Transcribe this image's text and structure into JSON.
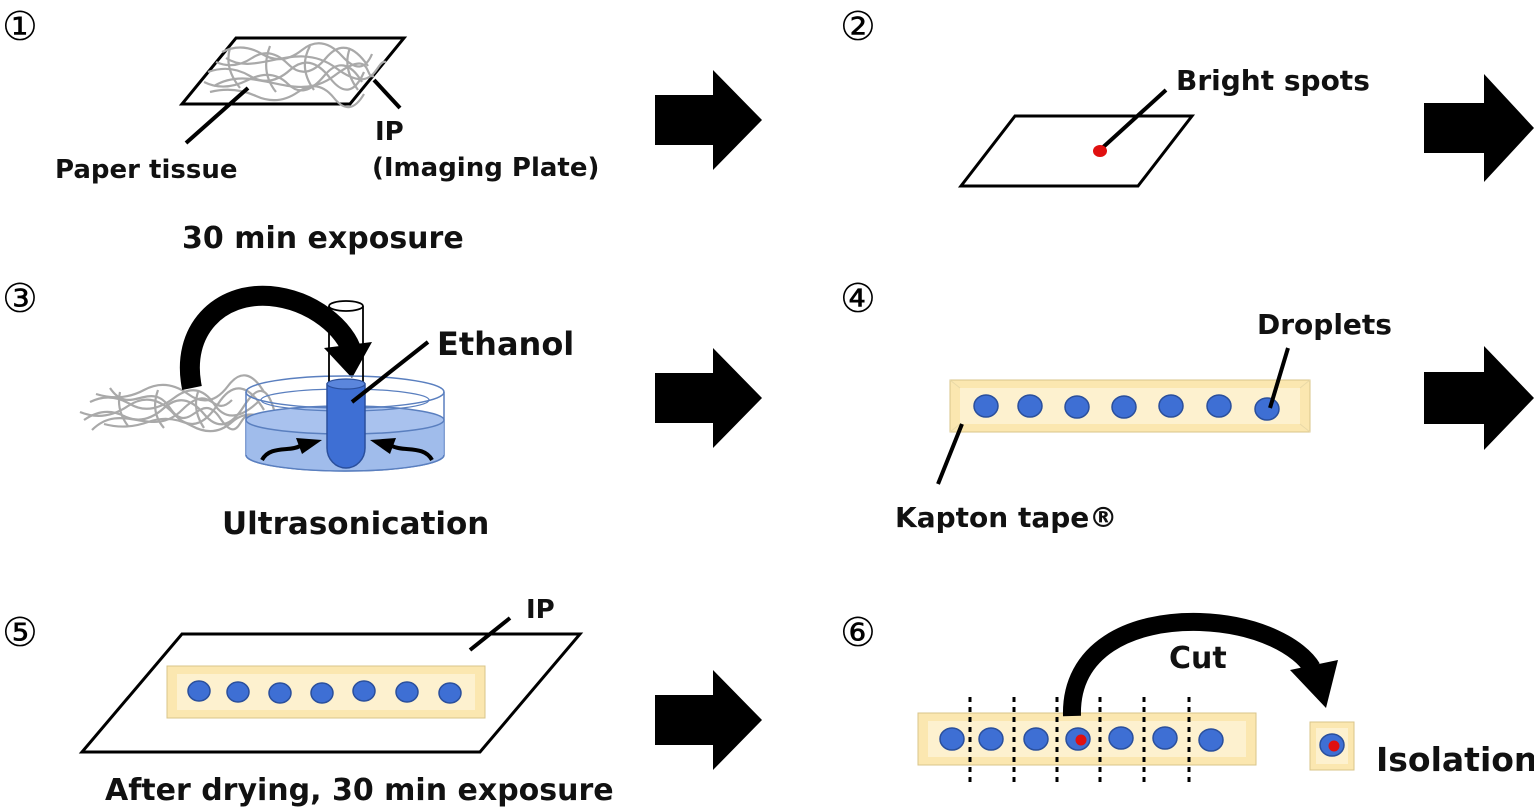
{
  "colors": {
    "tape_fill": "#fbe7b0",
    "tape_edge": "#d8c48a",
    "droplet": "#3e6fd4",
    "droplet_edge": "#2a4f9c",
    "spot": "#e01010",
    "liquid": "#8fb0e8",
    "tube_liquid": "#3e6fd4",
    "tissue": "#a9a9a9",
    "arrow": "#000000"
  },
  "steps": [
    {
      "number": "①",
      "labels": {
        "paper": "Paper tissue",
        "ip": "IP",
        "ip_full": "(Imaging Plate)",
        "caption": "30 min exposure"
      }
    },
    {
      "number": "②",
      "labels": {
        "spots": "Bright spots"
      }
    },
    {
      "number": "③",
      "labels": {
        "ethanol": "Ethanol",
        "caption": "Ultrasonication"
      }
    },
    {
      "number": "④",
      "labels": {
        "droplets": "Droplets",
        "tape": "Kapton tape®"
      }
    },
    {
      "number": "⑤",
      "labels": {
        "ip": "IP",
        "caption": "After drying, 30 min exposure"
      }
    },
    {
      "number": "⑥",
      "labels": {
        "cut": "Cut",
        "isolation": "Isolation"
      }
    }
  ]
}
